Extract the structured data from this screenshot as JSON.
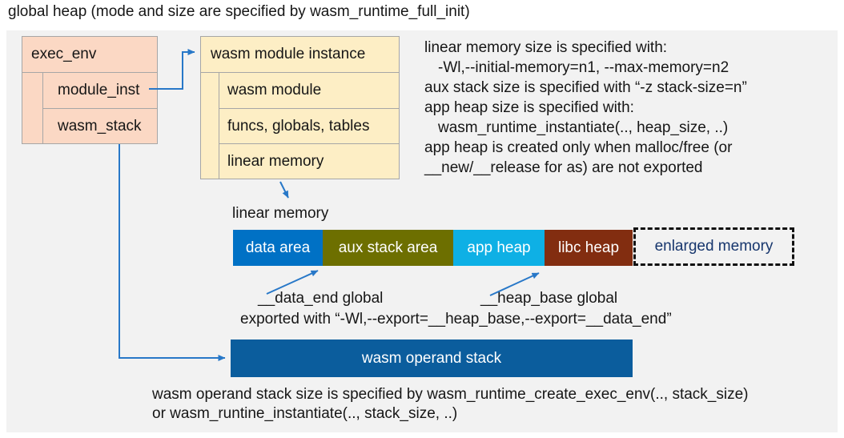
{
  "title": "global heap (mode and size are specified by wasm_runtime_full_init)",
  "colors": {
    "panel_bg": "#f2f2f2",
    "box_pink": "#fbd8c4",
    "box_yellow": "#fdeec5",
    "box_border": "#a6a6a6",
    "arrow_blue": "#2878c8",
    "navy_text": "#17366d"
  },
  "exec_env": {
    "header": "exec_env",
    "rows": [
      {
        "label": "module_inst"
      },
      {
        "label": "wasm_stack"
      }
    ]
  },
  "module_instance": {
    "header": "wasm module instance",
    "rows": [
      {
        "label": "wasm module"
      },
      {
        "label": "funcs, globals, tables"
      },
      {
        "label": "linear memory"
      }
    ]
  },
  "notes_right": {
    "lines": [
      "linear memory size is specified with:",
      "-Wl,--initial-memory=n1, --max-memory=n2",
      "aux stack size is specified with “-z stack-size=n”",
      "app heap size is specified with:",
      "wasm_runtime_instantiate(.., heap_size, ..)",
      "app heap is created only when malloc/free (or",
      "__new/__release for as) are not exported"
    ]
  },
  "linear_memory": {
    "label": "linear memory",
    "segments": [
      {
        "label": "data area",
        "color": "#0071c5"
      },
      {
        "label": "aux stack area",
        "color": "#6d6f00"
      },
      {
        "label": "app heap",
        "color": "#0eb0e5"
      },
      {
        "label": "libc heap",
        "color": "#822d10"
      }
    ],
    "enlarged": {
      "label": "enlarged memory",
      "text_color": "#17366d"
    }
  },
  "annotations": {
    "data_end": "__data_end global",
    "heap_base": "__heap_base global",
    "exported": "exported with “-Wl,--export=__heap_base,--export=__data_end”"
  },
  "operand_stack": {
    "label": "wasm operand stack",
    "color": "#0b5d9d"
  },
  "bottom_note": {
    "lines": [
      "wasm operand stack size is specified by wasm_runtime_create_exec_env(.., stack_size)",
      "or wasm_runtine_instantiate(.., stack_size, ..)"
    ]
  }
}
